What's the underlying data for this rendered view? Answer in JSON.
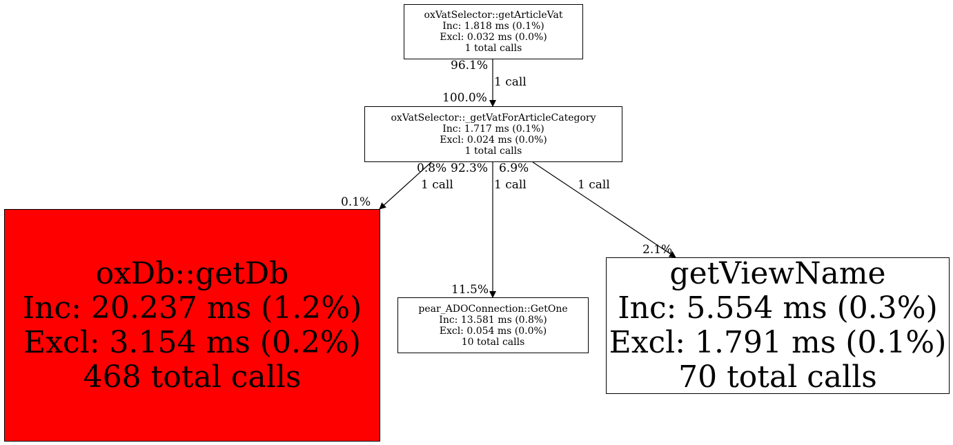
{
  "nodes": {
    "getArticleVat": {
      "name": "oxVatSelector::getArticleVat",
      "inc": "Inc: 1.818 ms (0.1%)",
      "excl": "Excl: 0.032 ms (0.0%)",
      "calls": "1 total calls",
      "fill": "#ffffff"
    },
    "getVatForArticleCategory": {
      "name": "oxVatSelector::_getVatForArticleCategory",
      "inc": "Inc: 1.717 ms (0.1%)",
      "excl": "Excl: 0.024 ms (0.0%)",
      "calls": "1 total calls",
      "fill": "#ffffff"
    },
    "getDb": {
      "name": "oxDb::getDb",
      "inc": "Inc: 20.237 ms (1.2%)",
      "excl": "Excl: 3.154 ms (0.2%)",
      "calls": "468 total calls",
      "fill": "#ff0000"
    },
    "getOne": {
      "name": "pear_ADOConnection::GetOne",
      "inc": "Inc: 13.581 ms (0.8%)",
      "excl": "Excl: 0.054 ms (0.0%)",
      "calls": "10 total calls",
      "fill": "#ffffff"
    },
    "getViewName": {
      "name": "getViewName",
      "inc": "Inc: 5.554 ms (0.3%)",
      "excl": "Excl: 1.791 ms (0.1%)",
      "calls": "70 total calls",
      "fill": "#ffffff"
    }
  },
  "edges": [
    {
      "from": "getArticleVat",
      "to": "getVatForArticleCategory",
      "tail_pct": "96.1%",
      "calls": "1 call",
      "head_pct": "100.0%"
    },
    {
      "from": "getVatForArticleCategory",
      "to": "getDb",
      "tail_pct": "0.8%",
      "calls": "1 call",
      "head_pct": "0.1%"
    },
    {
      "from": "getVatForArticleCategory",
      "to": "getOne",
      "tail_pct": "92.3%",
      "calls": "1 call",
      "head_pct": "11.5%"
    },
    {
      "from": "getVatForArticleCategory",
      "to": "getViewName",
      "tail_pct": "6.9%",
      "calls": "1 call",
      "head_pct": "2.1%"
    }
  ]
}
